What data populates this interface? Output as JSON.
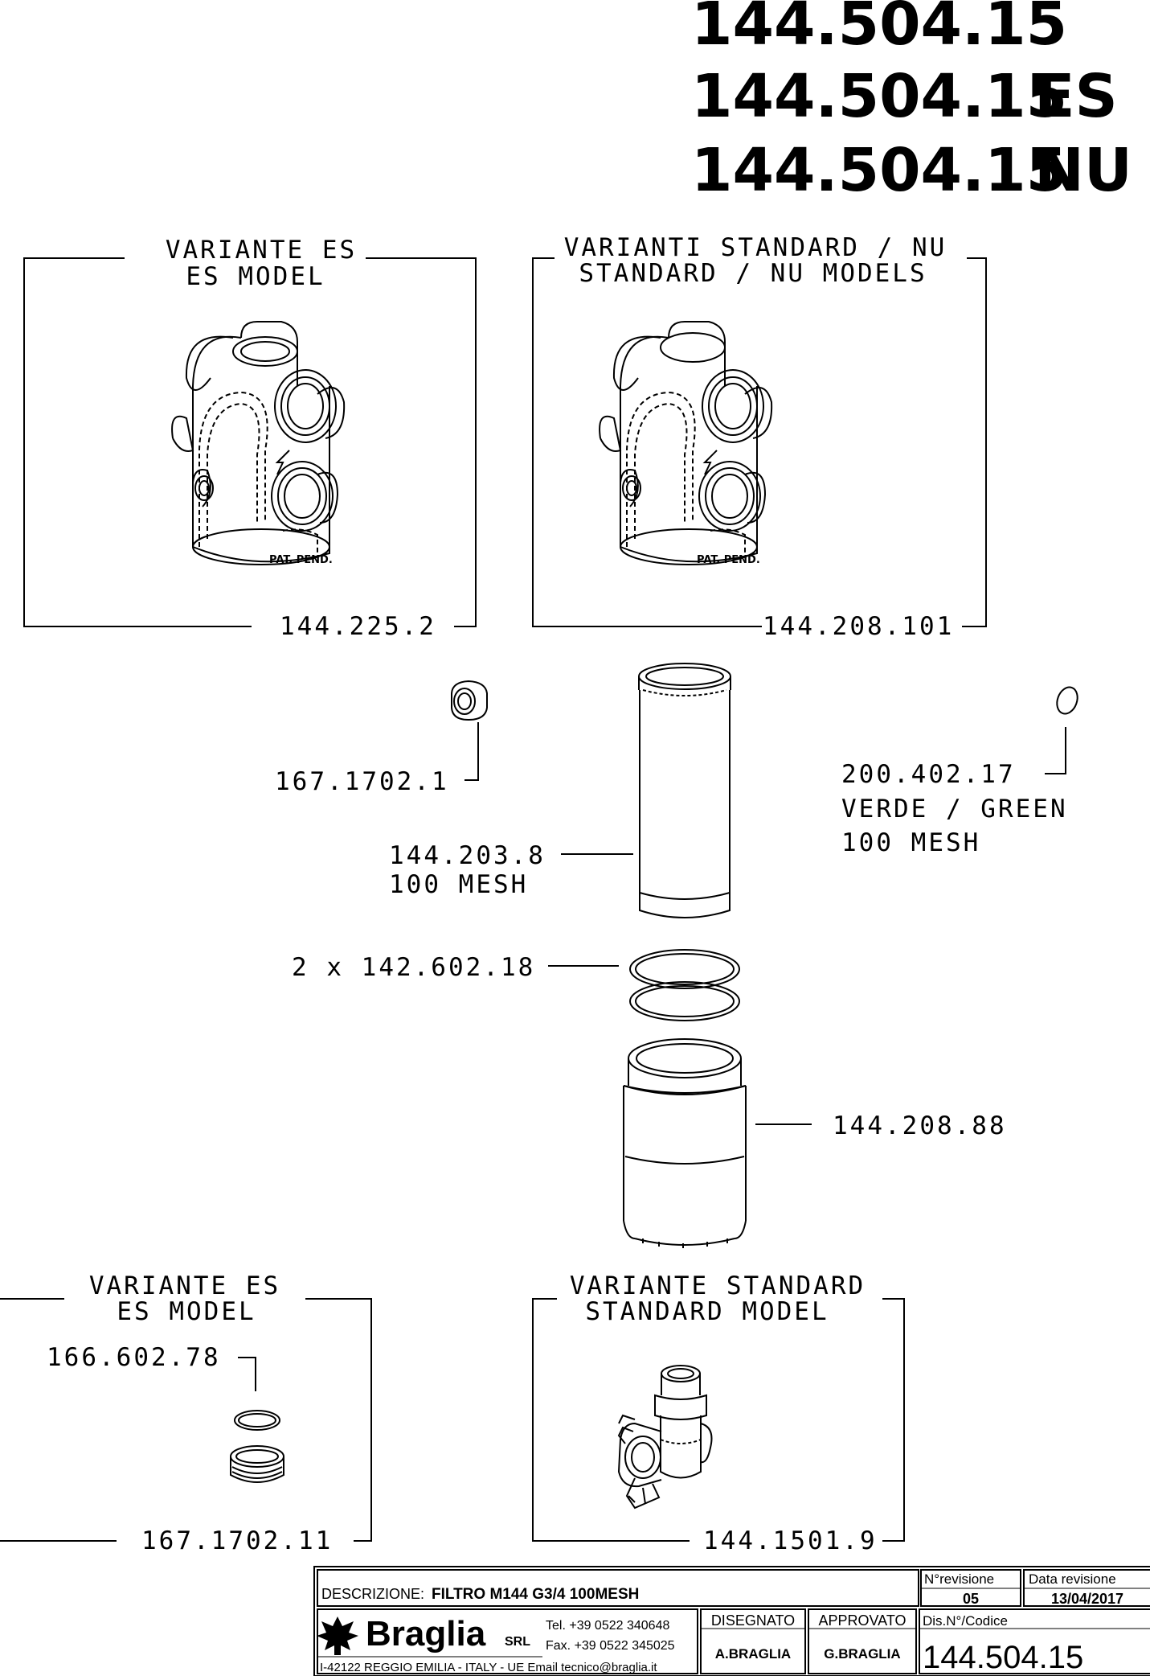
{
  "header": {
    "codes": [
      {
        "code": "144.504.15",
        "suffix": ""
      },
      {
        "code": "144.504.15",
        "suffix": "ES"
      },
      {
        "code": "144.504.15",
        "suffix": "NU"
      }
    ]
  },
  "panels": {
    "es_top": {
      "title1": "VARIANTE ES",
      "title2": "ES MODEL",
      "part": "144.225.2"
    },
    "std_top": {
      "title1": "VARIANTI STANDARD / NU",
      "title2": "STANDARD / NU MODELS",
      "part": "144.208.101"
    },
    "es_bottom": {
      "title1": "VARIANTE ES",
      "title2": "ES MODEL",
      "part_top": "166.602.78",
      "part": "167.1702.11"
    },
    "std_bottom": {
      "title1": "VARIANTE STANDARD",
      "title2": "STANDARD MODEL",
      "part": "144.1501.9"
    }
  },
  "body_marking": "PAT. PEND.",
  "parts": {
    "cap": "167.1702.1",
    "oring_green": {
      "code": "200.402.17",
      "line2": "VERDE / GREEN",
      "line3": "100 MESH"
    },
    "cartridge": {
      "code": "144.203.8",
      "line2": "100 MESH"
    },
    "gaskets": "2 x 142.602.18",
    "bowl": "144.208.88"
  },
  "title_block": {
    "desc_label": "DESCRIZIONE:",
    "desc_value": "FILTRO M144 G3/4 100MESH",
    "rev_label": "N°revisione",
    "rev_value": "05",
    "date_label": "Data revisione",
    "date_value": "13/04/2017",
    "brand": "Braglia",
    "brand_suffix": "SRL",
    "tel": "Tel. +39 0522 340648",
    "fax": "Fax. +39 0522 345025",
    "address": "I-42122 REGGIO EMILIA - ITALY - UE Email tecnico@braglia.it",
    "drawn_label": "DISEGNATO",
    "drawn_value": "A.BRAGLIA",
    "approved_label": "APPROVATO",
    "approved_value": "G.BRAGLIA",
    "code_label": "Dis.N°/Codice",
    "code_value": "144.504.15"
  }
}
